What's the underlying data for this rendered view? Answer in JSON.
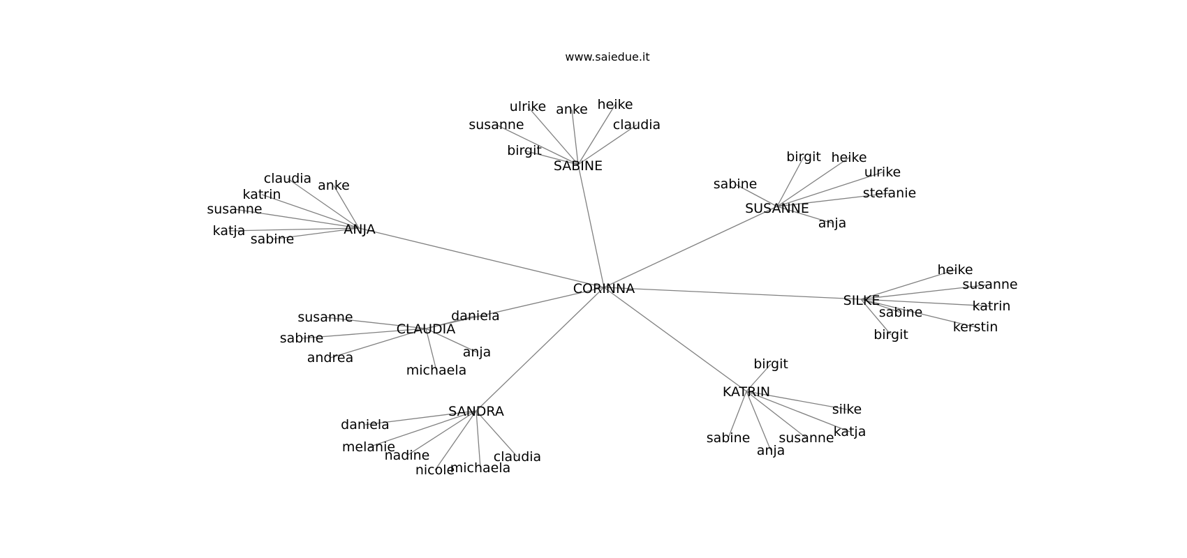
{
  "title": "www.saiedue.it",
  "graph": {
    "center": "CORINNA",
    "hubs": [
      {
        "name": "SABINE",
        "leaves": [
          "ulrike",
          "anke",
          "heike",
          "susanne",
          "claudia",
          "birgit"
        ]
      },
      {
        "name": "SUSANNE",
        "leaves": [
          "birgit",
          "heike",
          "ulrike",
          "sabine",
          "stefanie",
          "anja"
        ]
      },
      {
        "name": "ANJA",
        "leaves": [
          "claudia",
          "anke",
          "katrin",
          "susanne",
          "katja",
          "sabine"
        ]
      },
      {
        "name": "SILKE",
        "leaves": [
          "heike",
          "susanne",
          "katrin",
          "sabine",
          "kerstin",
          "birgit"
        ]
      },
      {
        "name": "CLAUDIA",
        "leaves": [
          "daniela",
          "susanne",
          "sabine",
          "anja",
          "andrea",
          "michaela"
        ]
      },
      {
        "name": "KATRIN",
        "leaves": [
          "birgit",
          "silke",
          "katja",
          "sabine",
          "susanne",
          "anja"
        ]
      },
      {
        "name": "SANDRA",
        "leaves": [
          "daniela",
          "melanie",
          "nadine",
          "nicole",
          "michaela",
          "claudia"
        ]
      }
    ]
  }
}
